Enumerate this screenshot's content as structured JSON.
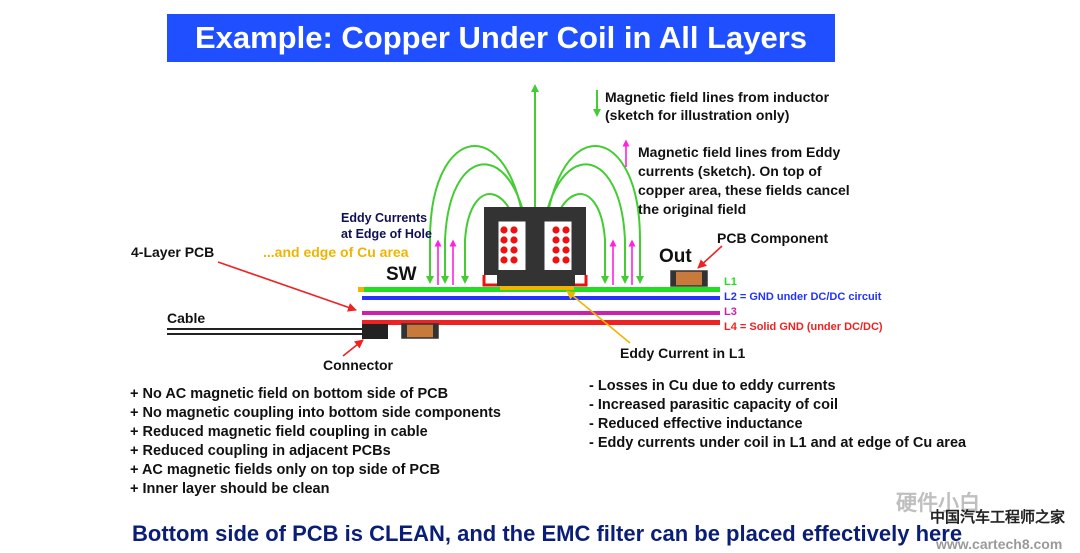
{
  "title": "Example: Copper Under Coil in All Layers",
  "legend": {
    "inductor_field_1": "Magnetic field lines from inductor",
    "inductor_field_2": "(sketch for illustration only)",
    "eddy_field_1": "Magnetic field lines from Eddy",
    "eddy_field_2": "currents (sketch). On top of",
    "eddy_field_3": "copper area, these fields cancel",
    "eddy_field_4": "the original field"
  },
  "labels": {
    "eddy_edge_1": "Eddy Currents",
    "eddy_edge_2": "at Edge of Hole",
    "edge_cu": "...and edge of Cu area",
    "pcb_4layer": "4-Layer PCB",
    "sw": "SW",
    "out": "Out",
    "pcb_component": "PCB Component",
    "cable": "Cable",
    "connector": "Connector",
    "eddy_l1": "Eddy Current in L1"
  },
  "layers": [
    {
      "name": "L1",
      "text": "L1",
      "color": "#22dd22"
    },
    {
      "name": "L2",
      "text": "L2 = GND under DC/DC circuit",
      "color": "#2233ff"
    },
    {
      "name": "L3",
      "text": "L3",
      "color": "#cc22aa"
    },
    {
      "name": "L4",
      "text": "L4 = Solid GND (under DC/DC)",
      "color": "#ee2222"
    }
  ],
  "left_list": [
    "+ No AC magnetic field on bottom side of PCB",
    "+ No magnetic coupling into bottom side components",
    "+ Reduced magnetic field coupling in cable",
    "+ Reduced coupling in adjacent PCBs",
    "+ AC magnetic fields only on top side of PCB",
    "+ Inner layer should be clean"
  ],
  "right_list": [
    "- Losses in Cu due to eddy currents",
    "- Increased parasitic capacity of coil",
    "- Reduced effective inductance",
    "- Eddy currents under coil in L1 and at edge of Cu area"
  ],
  "footer": "Bottom side of PCB is CLEAN, and the EMC filter can be placed effectively here",
  "watermark": "硬件小白",
  "watermark_logo": "中国汽车工程师之家",
  "watermark_url": "www.cartech8.com",
  "colors": {
    "title_bg": "#1f4fff",
    "field_green": "#44cc33",
    "eddy_magenta": "#ff22dd",
    "arrow_red": "#ee2222",
    "arrow_orange": "#f0b400",
    "edge_cu_text": "#f0b400",
    "core_dark": "#333333",
    "winding_red": "#ee1111",
    "component_brown": "#c87a3c"
  }
}
